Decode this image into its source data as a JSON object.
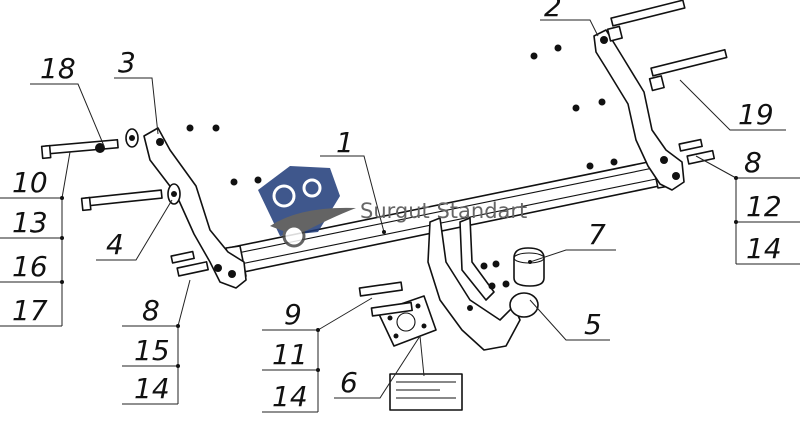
{
  "diagram": {
    "callouts": {
      "c1": "1",
      "c2": "2",
      "c3": "3",
      "c4": "4",
      "c5": "5",
      "c6": "6",
      "c7": "7",
      "c8_right": "8",
      "c12": "12",
      "c14_right": "14",
      "c18": "18",
      "c19": "19",
      "c10": "10",
      "c13": "13",
      "c16": "16",
      "c17": "17",
      "c8_left": "8",
      "c15": "15",
      "c14_left": "14",
      "c9": "9",
      "c11": "11",
      "c14_mid": "14"
    },
    "watermark": {
      "text": "Surgut Standart",
      "logo_icon": "gear-car-logo-icon"
    }
  }
}
